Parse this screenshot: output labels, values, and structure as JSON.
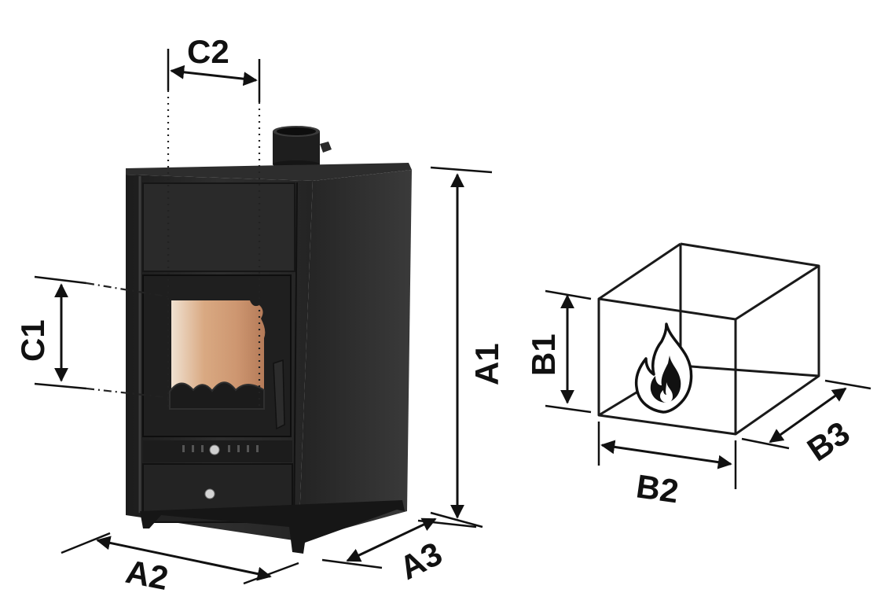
{
  "dimensions": {
    "a1": "A1",
    "a2": "A2",
    "a3": "A3",
    "b1": "B1",
    "b2": "B2",
    "b3": "B3",
    "c1": "C1",
    "c2": "C2"
  },
  "colors": {
    "stove_body": "#2b2b2b",
    "stove_dark": "#1b1b1b",
    "glass": "#d3a17c",
    "lines": "#111111"
  },
  "icons": {
    "fire": "fire-icon",
    "stove": "stove-illustration",
    "firebox": "firebox-outline"
  }
}
